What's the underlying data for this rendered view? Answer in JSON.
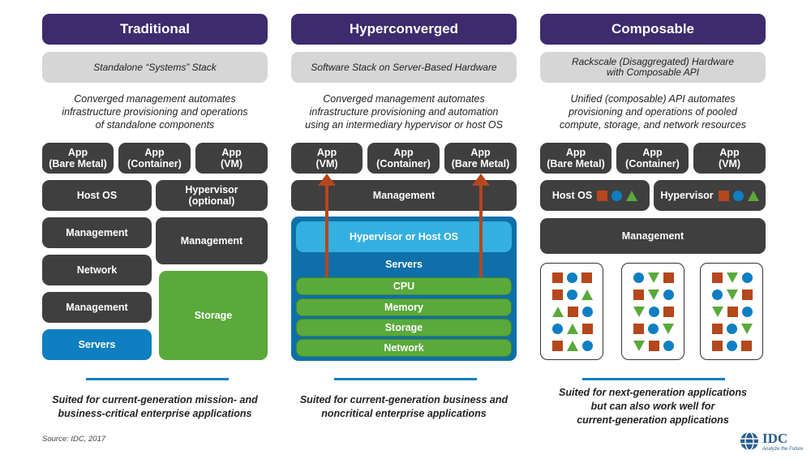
{
  "columns": {
    "traditional": {
      "title": "Traditional",
      "subtitle": "Standalone “Systems” Stack",
      "desc": [
        "Converged management automates",
        "infrastructure provisioning and operations",
        "of standalone components"
      ],
      "apps": [
        [
          "App",
          "(Bare Metal)"
        ],
        [
          "App",
          "(Container)"
        ],
        [
          "App",
          "(VM)"
        ]
      ],
      "host_os": "Host OS",
      "hypervisor": [
        "Hypervisor",
        "(optional)"
      ],
      "management_left": "Management",
      "network": "Network",
      "management_left2": "Management",
      "servers": "Servers",
      "management_right": "Management",
      "storage": "Storage",
      "suited": [
        "Suited for current-generation mission- and",
        "business-critical enterprise applications"
      ]
    },
    "hyperconverged": {
      "title": "Hyperconverged",
      "subtitle": "Software Stack on Server-Based Hardware",
      "desc": [
        "Converged management automates",
        "infrastructure provisioning and automation",
        "using an intermediary hypervisor or host OS"
      ],
      "apps": [
        [
          "App",
          "(VM)"
        ],
        [
          "App",
          "(Container)"
        ],
        [
          "App",
          "(Bare Metal)"
        ]
      ],
      "management": "Management",
      "hypervisor_host": "Hypervisor or Host OS",
      "servers": "Servers",
      "resources": [
        "CPU",
        "Memory",
        "Storage",
        "Network"
      ],
      "suited": [
        "Suited for current-generation business and",
        "noncritical enterprise applications"
      ]
    },
    "composable": {
      "title": "Composable",
      "subtitle": [
        "Rackscale (Disaggregated) Hardware",
        "with Composable API"
      ],
      "desc": [
        "Unified (composable) API automates",
        "provisioning and operations of pooled",
        "compute, storage, and network resources"
      ],
      "apps": [
        [
          "App",
          "(Bare Metal)"
        ],
        [
          "App",
          "(Container)"
        ],
        [
          "App",
          "(VM)"
        ]
      ],
      "host_os": "Host OS",
      "hypervisor": "Hypervisor",
      "management": "Management",
      "racks": [
        [
          [
            "sq",
            "ci",
            "sq"
          ],
          [
            "sq",
            "ci",
            "tr"
          ],
          [
            "tr",
            "sq",
            "ci"
          ],
          [
            "ci",
            "tr",
            "sq"
          ],
          [
            "sq",
            "tr",
            "ci"
          ]
        ],
        [
          [
            "ci",
            "tv",
            "sq"
          ],
          [
            "sq",
            "tv",
            "ci"
          ],
          [
            "tv",
            "ci",
            "sq"
          ],
          [
            "sq",
            "ci",
            "tv"
          ],
          [
            "tv",
            "sq",
            "ci"
          ]
        ],
        [
          [
            "sq",
            "tv",
            "ci"
          ],
          [
            "ci",
            "tv",
            "sq"
          ],
          [
            "tv",
            "sq",
            "ci"
          ],
          [
            "sq",
            "ci",
            "tv"
          ],
          [
            "sq",
            "ci",
            "sq"
          ]
        ]
      ],
      "suited": [
        "Suited for next-generation applications",
        "but can also work well for",
        "current-generation applications"
      ]
    }
  },
  "source": "Source: IDC, 2017",
  "logo": {
    "name": "IDC",
    "tagline": "Analyze the Future"
  },
  "colors": {
    "header": "#3d2b6e",
    "dark": "#3f3f3f",
    "blue": "#0f7fc1",
    "green": "#5aa93b",
    "orange": "#b5471d"
  }
}
